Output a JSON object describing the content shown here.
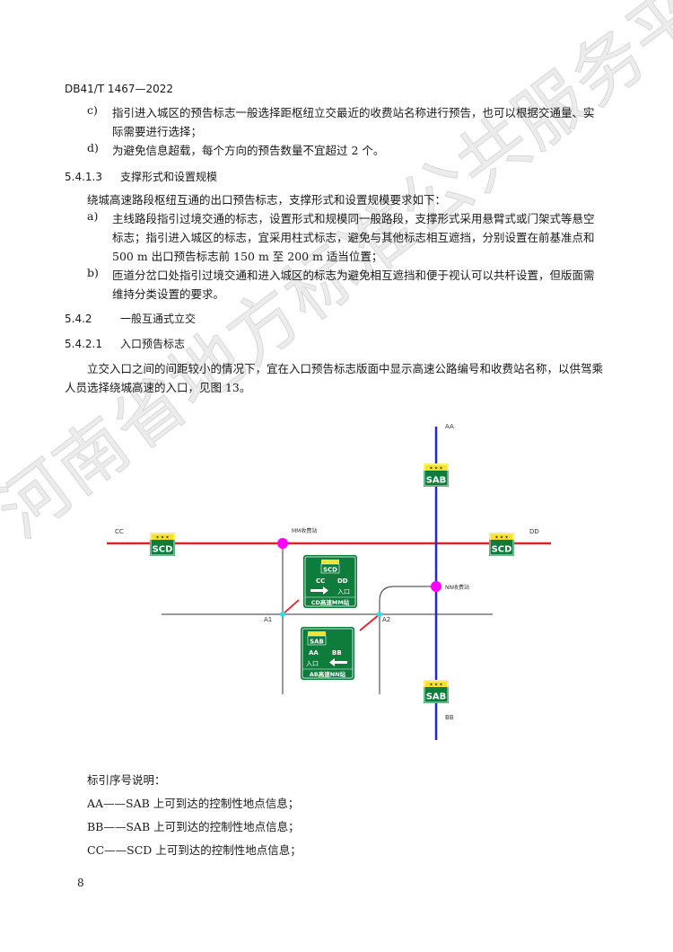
{
  "header": {
    "doc_code": "DB41/T 1467—2022"
  },
  "list_c": {
    "mark": "c)",
    "text": "指引进入城区的预告标志一般选择距枢纽立交最近的收费站名称进行预告，也可以根据交通量、实际需要进行选择；"
  },
  "list_d": {
    "mark": "d)",
    "text": "为避免信息超载，每个方向的预告数量不宜超过 2 个。"
  },
  "section_5413": {
    "num": "5.4.1.3",
    "title": "支撑形式和设置规模"
  },
  "intro_5413": "绕城高速路段枢纽互通的出口预告标志，支撑形式和设置规模要求如下：",
  "list_a": {
    "mark": "a)",
    "text": "主线路段指引过境交通的标志，设置形式和规模同一般路段，支撑形式采用悬臂式或门架式等悬空标志；指引进入城区的标志，宜采用柱式标志，避免与其他标志相互遮挡，分别设置在前基准点和 500 m 出口预告标志前 150 m 至 200 m 适当位置；"
  },
  "list_b": {
    "mark": "b)",
    "text": "匝道分岔口处指引过境交通和进入城区的标志为避免相互遮挡和便于视认可以共杆设置，但版面需维持分类设置的要求。"
  },
  "section_542": {
    "num": "5.4.2",
    "title": "一般互通式立交"
  },
  "section_5421": {
    "num": "5.4.2.1",
    "title": "入口预告标志"
  },
  "para_5421": "立交入口之间的间距较小的情况下，宜在入口预告标志版面中显示高速公路编号和收费站名称，以供驾乘人员选择绕城高速的入口，见图 13。",
  "figure": {
    "label_aa": "AA",
    "label_bb": "BB",
    "label_cc": "CC",
    "label_dd": "DD",
    "label_a1": "A1",
    "label_a2": "A2",
    "station_mm": "MM收费站",
    "station_nn": "NN收费站",
    "shield_sab": "SAB",
    "shield_scd": "SCD",
    "shield_stars": "★ ★ ★",
    "sign1": {
      "route": "SCD",
      "dest_left": "CC",
      "dest_right": "DD",
      "entry": "入口",
      "bottom": "CD高速MM站"
    },
    "sign2": {
      "route": "SAB",
      "dest_left": "AA",
      "dest_right": "BB",
      "entry": "入口",
      "bottom": "AB高速NN站"
    },
    "colors": {
      "green": "#0e7d3c",
      "red": "#e0202a",
      "blue": "#1f2bd1",
      "magenta": "#ff00ff",
      "cyan": "#33dddd",
      "yellow": "#f5e22a"
    }
  },
  "legend_title": "标引序号说明：",
  "legend_items": [
    "AA——SAB 上可到达的控制性地点信息；",
    "BB——SAB 上可到达的控制性地点信息；",
    "CC——SCD 上可到达的控制性地点信息；"
  ],
  "footer": {
    "page_number": "8"
  },
  "watermark": "河南省地方标准公共服务平台"
}
